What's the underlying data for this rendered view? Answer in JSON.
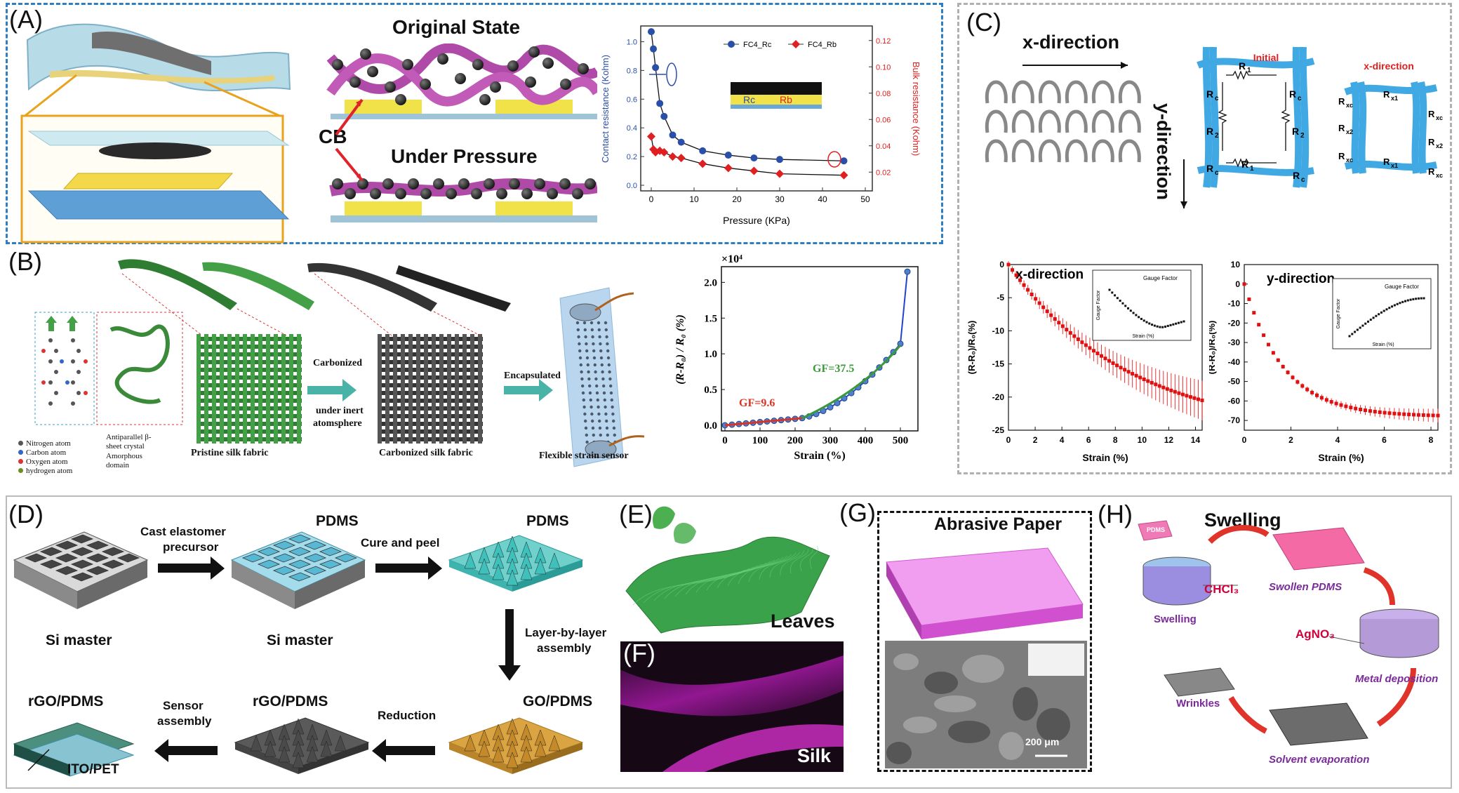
{
  "panelA": {
    "label": "(A)",
    "original_state": "Original State",
    "under_pressure": "Under Pressure",
    "cb": "CB",
    "rc": "Rc",
    "rb": "Rb",
    "chart": {
      "xlabel": "Pressure (KPa)",
      "ylabel_left": "Contact resistance (Kohm)",
      "ylabel_right": "Bulk resistance (Kohm)",
      "legend_rc": "FC4_Rc",
      "legend_rb": "FC4_Rb",
      "xticks": [
        "0",
        "10",
        "20",
        "30",
        "40",
        "50"
      ],
      "yticks_left": [
        "0.0",
        "0.2",
        "0.4",
        "0.6",
        "0.8",
        "1.0"
      ],
      "yticks_right": [
        "0.02",
        "0.04",
        "0.06",
        "0.08",
        "0.10",
        "0.12"
      ]
    }
  },
  "panelB": {
    "label": "(B)",
    "pristine": "Pristine silk fabric",
    "carbonized_fabric": "Carbonized silk fabric",
    "flexible": "Flexible strain sensor",
    "carbonized": "Carbonized",
    "under_inert": "under inert",
    "atmosphere": "atomsphere",
    "encapsulated": "Encapsulated",
    "legend_nitrogen": "Nitrogen atom",
    "legend_carbon": "Carbon atom",
    "legend_oxygen": "Oxygen atom",
    "legend_hydrogen": "hydrogen atom",
    "legend_antiparallel_1": "Antiparallel β-",
    "legend_antiparallel_2": "sheet crystal",
    "legend_amorphous_1": "Amorphous",
    "legend_amorphous_2": "domain",
    "chart": {
      "exponent": "×10⁴",
      "ylabel": "(R-R₀) / R₀ (%)",
      "xlabel": "Strain (%)",
      "gf1": "GF=9.6",
      "gf2": "GF=37.5",
      "xticks": [
        "0",
        "100",
        "200",
        "300",
        "400",
        "500"
      ],
      "yticks": [
        "0.0",
        "0.5",
        "1.0",
        "1.5",
        "2.0"
      ]
    }
  },
  "panelC": {
    "label": "(C)",
    "xdir": "x-direction",
    "ydir": "y-direction",
    "initial": "Initial",
    "xdir_small": "x-direction",
    "chart1": {
      "title": "x-direction",
      "ylabel": "(R-R₀)/R₀(%)",
      "xlabel": "Strain (%)",
      "inset_legend": "Gauge Factor",
      "inset_ylabel": "Gauge Factor",
      "inset_xlabel": "Strain (%)",
      "xticks": [
        "0",
        "2",
        "4",
        "6",
        "8",
        "10",
        "12",
        "14"
      ],
      "yticks": [
        "0",
        "-5",
        "-10",
        "-15",
        "-20",
        "-25"
      ]
    },
    "chart2": {
      "title": "y-direction",
      "ylabel": "(R-R₀)/R₀(%)",
      "xlabel": "Strain (%)",
      "inset_legend": "Gauge Factor",
      "inset_ylabel": "Gauge Factor",
      "inset_xlabel": "Strain (%)",
      "xticks": [
        "0",
        "2",
        "4",
        "6",
        "8"
      ],
      "yticks": [
        "10",
        "0",
        "-10",
        "-20",
        "-30",
        "-40",
        "-50",
        "-60",
        "-70"
      ]
    }
  },
  "panelD": {
    "label": "(D)",
    "si_master_1": "Si master",
    "si_master_2": "Si master",
    "pdms_1": "PDMS",
    "pdms_2": "PDMS",
    "cast_1": "Cast elastomer",
    "cast_2": "precursor",
    "cure": "Cure and peel",
    "lbl_1": "Layer-by-layer",
    "lbl_2": "assembly",
    "go_pdms": "GO/PDMS",
    "reduction": "Reduction",
    "rgo_pdms_1": "rGO/PDMS",
    "rgo_pdms_2": "rGO/PDMS",
    "sensor_1": "Sensor",
    "sensor_2": "assembly",
    "ito": "ITO/PET"
  },
  "panelE": {
    "label": "(E)",
    "leaves": "Leaves"
  },
  "panelF": {
    "label": "(F)",
    "silk": "Silk"
  },
  "panelG": {
    "label": "(G)",
    "title": "Abrasive Paper",
    "scale": "200 μm"
  },
  "panelH": {
    "label": "(H)",
    "title": "Swelling",
    "pdms": "PDMS",
    "chcl3": "CHCl₃",
    "swollen": "Swollen PDMS",
    "swelling": "Swelling",
    "agno3": "AgNO₃",
    "metal": "Metal deposition",
    "wrinkles": "Wrinkles",
    "solvent": "Solvent evaporation"
  }
}
